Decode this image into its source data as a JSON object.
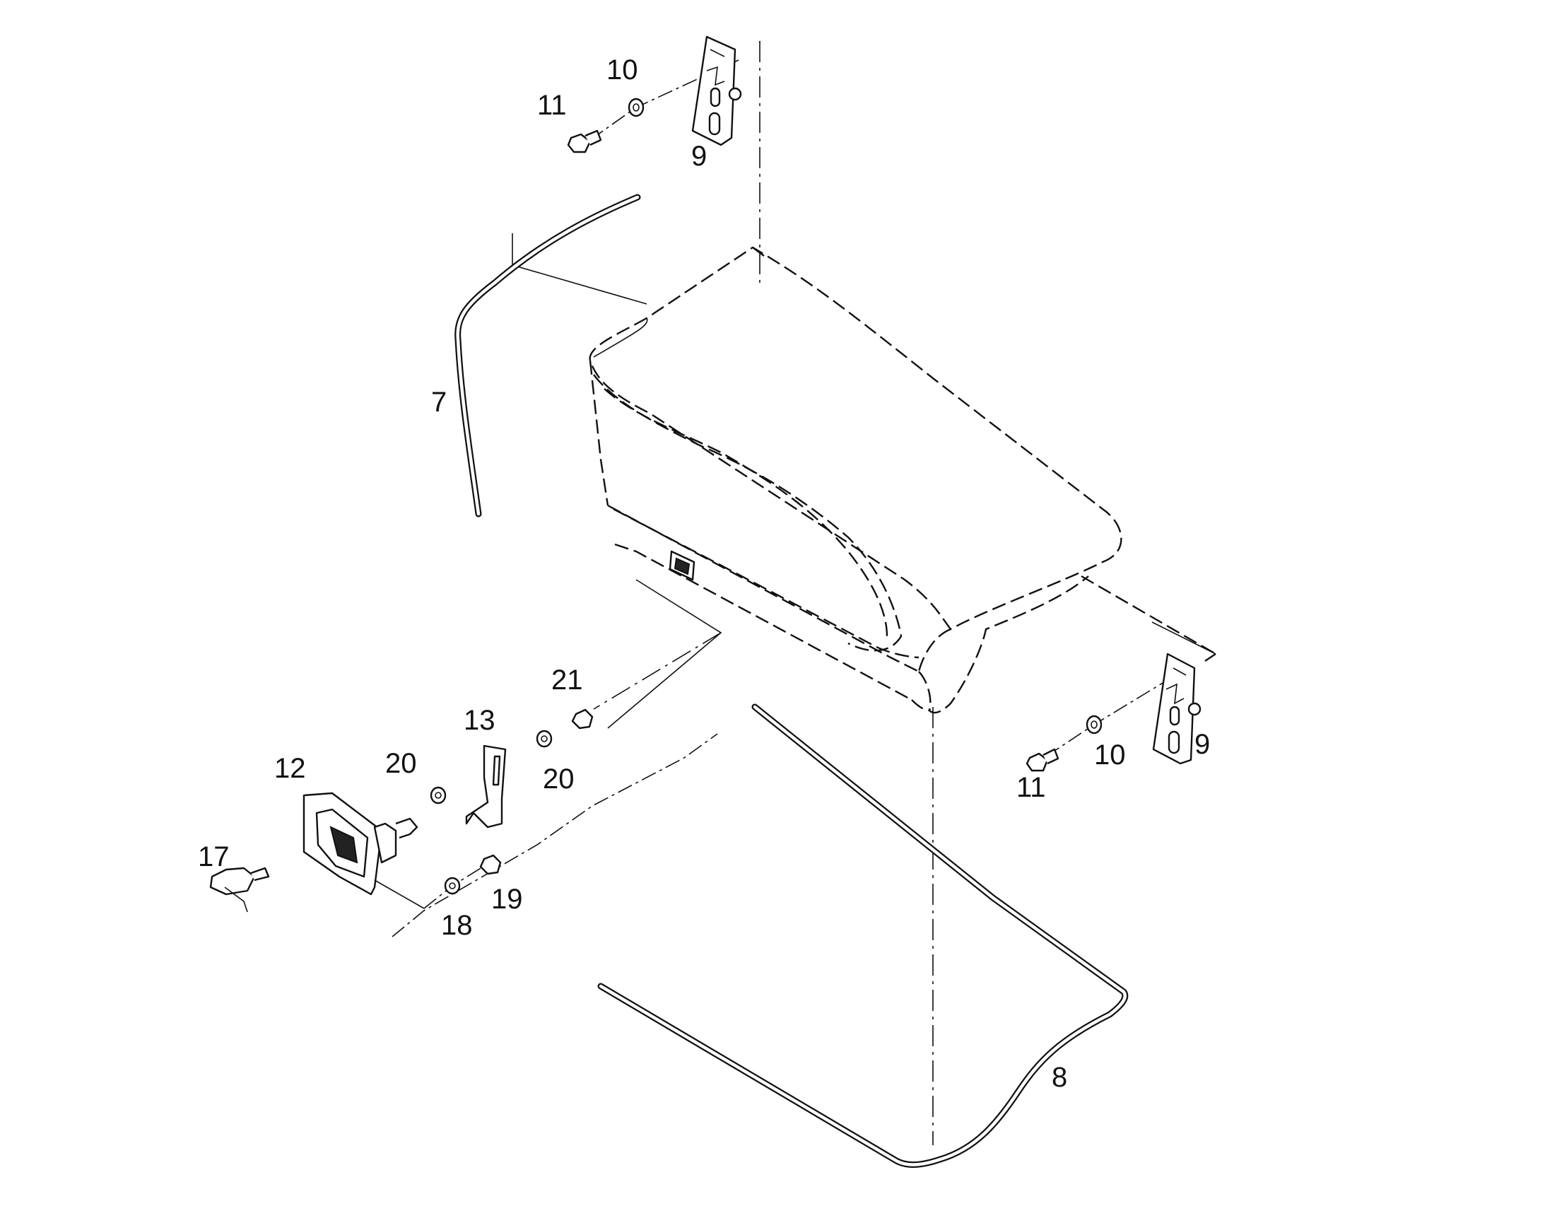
{
  "callouts": [
    {
      "id": "7",
      "text": "7"
    },
    {
      "id": "8",
      "text": "8"
    },
    {
      "id": "9a",
      "text": "9"
    },
    {
      "id": "9b",
      "text": "9"
    },
    {
      "id": "10a",
      "text": "10"
    },
    {
      "id": "10b",
      "text": "10"
    },
    {
      "id": "11a",
      "text": "11"
    },
    {
      "id": "11b",
      "text": "11"
    },
    {
      "id": "12",
      "text": "12"
    },
    {
      "id": "13",
      "text": "13"
    },
    {
      "id": "17",
      "text": "17"
    },
    {
      "id": "18",
      "text": "18"
    },
    {
      "id": "19",
      "text": "19"
    },
    {
      "id": "20a",
      "text": "20"
    },
    {
      "id": "20b",
      "text": "20"
    },
    {
      "id": "21",
      "text": "21"
    }
  ]
}
